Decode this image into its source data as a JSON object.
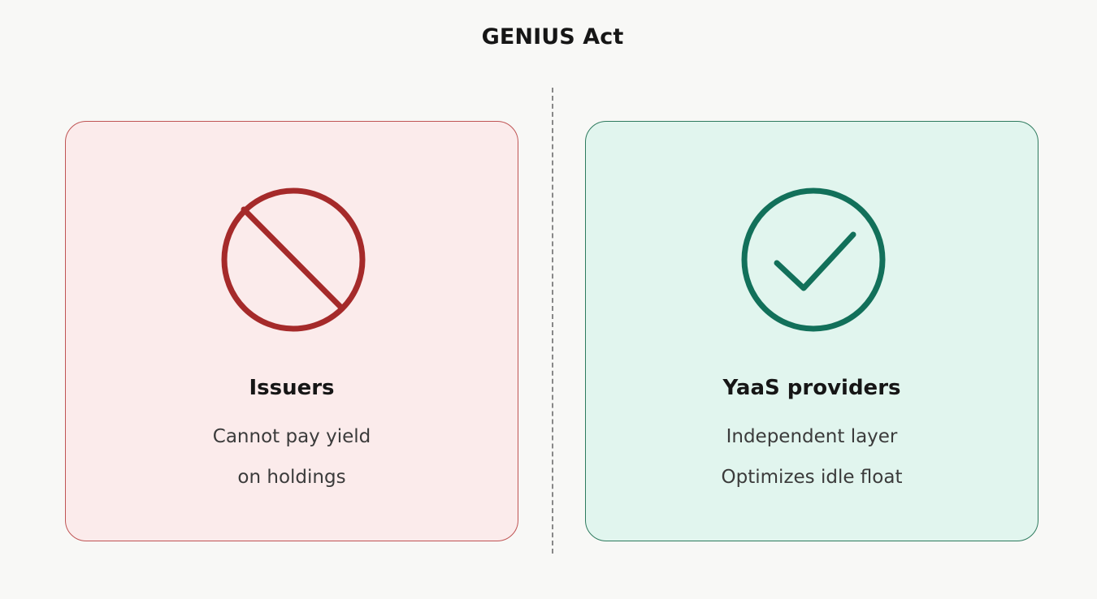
{
  "title": "GENIUS Act",
  "colors": {
    "background": "#f8f8f6",
    "negative_accent": "#a52a2a",
    "negative_fill": "#fbebeb",
    "positive_accent": "#12705a",
    "positive_fill": "#e1f5ee"
  },
  "left_card": {
    "icon": "prohibited-icon",
    "heading": "Issuers",
    "lines": [
      "Cannot pay yield",
      "on holdings"
    ]
  },
  "right_card": {
    "icon": "checkmark-circle-icon",
    "heading": "YaaS providers",
    "lines": [
      "Independent layer",
      "Optimizes idle float"
    ]
  }
}
